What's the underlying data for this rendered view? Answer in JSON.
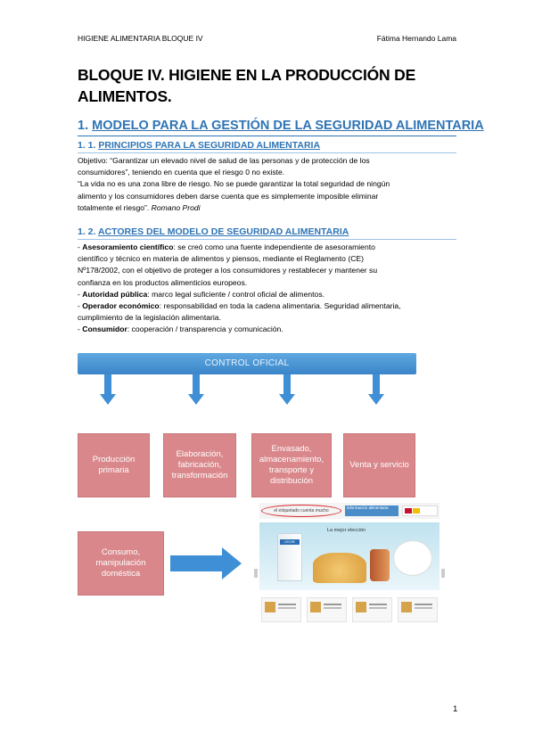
{
  "header": {
    "left": "HIGIENE ALIMENTARIA BLOQUE IV",
    "right": "Fátima Hernando Lama"
  },
  "title": "BLOQUE IV. HIGIENE EN LA PRODUCCIÓN DE ALIMENTOS.",
  "section1": {
    "number": "1.",
    "title": "MODELO PARA LA GESTIÓN DE LA SEGURIDAD ALIMENTARIA"
  },
  "section1_1": {
    "number": "1. 1.",
    "title": "PRINCIPIOS PARA LA SEGURIDAD ALIMENTARIA",
    "objective_line1": "Objetivo: “Garantizar un elevado nivel de salud de las personas y de protección de los",
    "objective_line2": "consumidores”, teniendo en cuenta que el riesgo 0 no existe.",
    "quote_line1": "“La vida no es una zona libre de riesgo. No se puede garantizar la total seguridad de ningún",
    "quote_line2": "alimento y los consumidores deben darse cuenta que es simplemente imposible eliminar",
    "quote_line3": "totalmente el riesgo”.",
    "quote_author": "Romano Prodi"
  },
  "section1_2": {
    "number": "1. 2.",
    "title": "ACTORES DEL MODELO DE SEGURIDAD ALIMENTARIA",
    "actors": [
      {
        "name": "Asesoramiento científico",
        "lines": [
          ": se creó como una fuente independiente de asesoramiento",
          "científico y técnico en materia de alimentos y piensos, mediante el Reglamento (CE)",
          "Nº178/2002, con el objetivo de proteger a los consumidores y restablecer y mantener su",
          "confianza en los productos alimenticios europeos."
        ]
      },
      {
        "name": "Autoridad pública",
        "lines": [
          ": marco legal suficiente / control oficial de alimentos."
        ]
      },
      {
        "name": "Operador económico",
        "lines": [
          ": responsabilidad en toda la cadena alimentaria. Seguridad alimentaria,",
          "cumplimiento de la legislación alimentaria."
        ]
      },
      {
        "name": "Consumidor",
        "lines": [
          ": cooperación / transparencia y comunicación."
        ]
      }
    ]
  },
  "diagram": {
    "bar_label": "CONTROL OFICIAL",
    "boxes": [
      "Producción primaria",
      "Elaboración, fabricación, transformación",
      "Envasado, almacenamiento, transporte y distribución",
      "Venta y servicio"
    ],
    "consumer_box": "Consumo, manipulación doméstica",
    "colors": {
      "bar": "#4a94d6",
      "box": "#d9878a",
      "arrow": "#3f8fd6"
    },
    "web": {
      "oval_text": "el etiquetado cuenta mucho",
      "tag_text": "información alimentaria",
      "hero_title": "La mejor elección",
      "carton_label": "LECHE"
    }
  },
  "page_number": "1"
}
